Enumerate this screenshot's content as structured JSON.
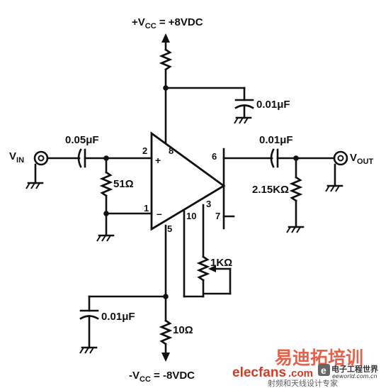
{
  "supply": {
    "vcc_pos_prefix": "+V",
    "vcc_pos_sub": "CC",
    "vcc_pos_value": " = +8VDC",
    "vcc_neg_prefix": "-V",
    "vcc_neg_sub": "CC",
    "vcc_neg_value": " = -8VDC"
  },
  "ports": {
    "vin_main": "V",
    "vin_sub": "IN",
    "vout_main": "V",
    "vout_sub": "OUT"
  },
  "components": {
    "c_in": "0.05μF",
    "r_in": "51Ω",
    "c_top": "0.01μF",
    "c_out": "0.01μF",
    "r_load": "2.15KΩ",
    "pot": "1KΩ",
    "c_bottom": "0.01μF",
    "r_bottom": "10Ω"
  },
  "pins": {
    "p2": "2",
    "p8": "8",
    "p6": "6",
    "p1": "1",
    "p5": "5",
    "p10": "10",
    "p3": "3",
    "p7": "7",
    "plus": "+",
    "minus": "–"
  },
  "watermark": {
    "site": "elecfans",
    "dotcom": ".com",
    "cn_brand": "电子工程世界",
    "eeworld": "eeworld.com.cn",
    "cn_top": "易迪拓培训",
    "cn_bottom": "射频和天线设计专家",
    "logo_letter": "e"
  }
}
